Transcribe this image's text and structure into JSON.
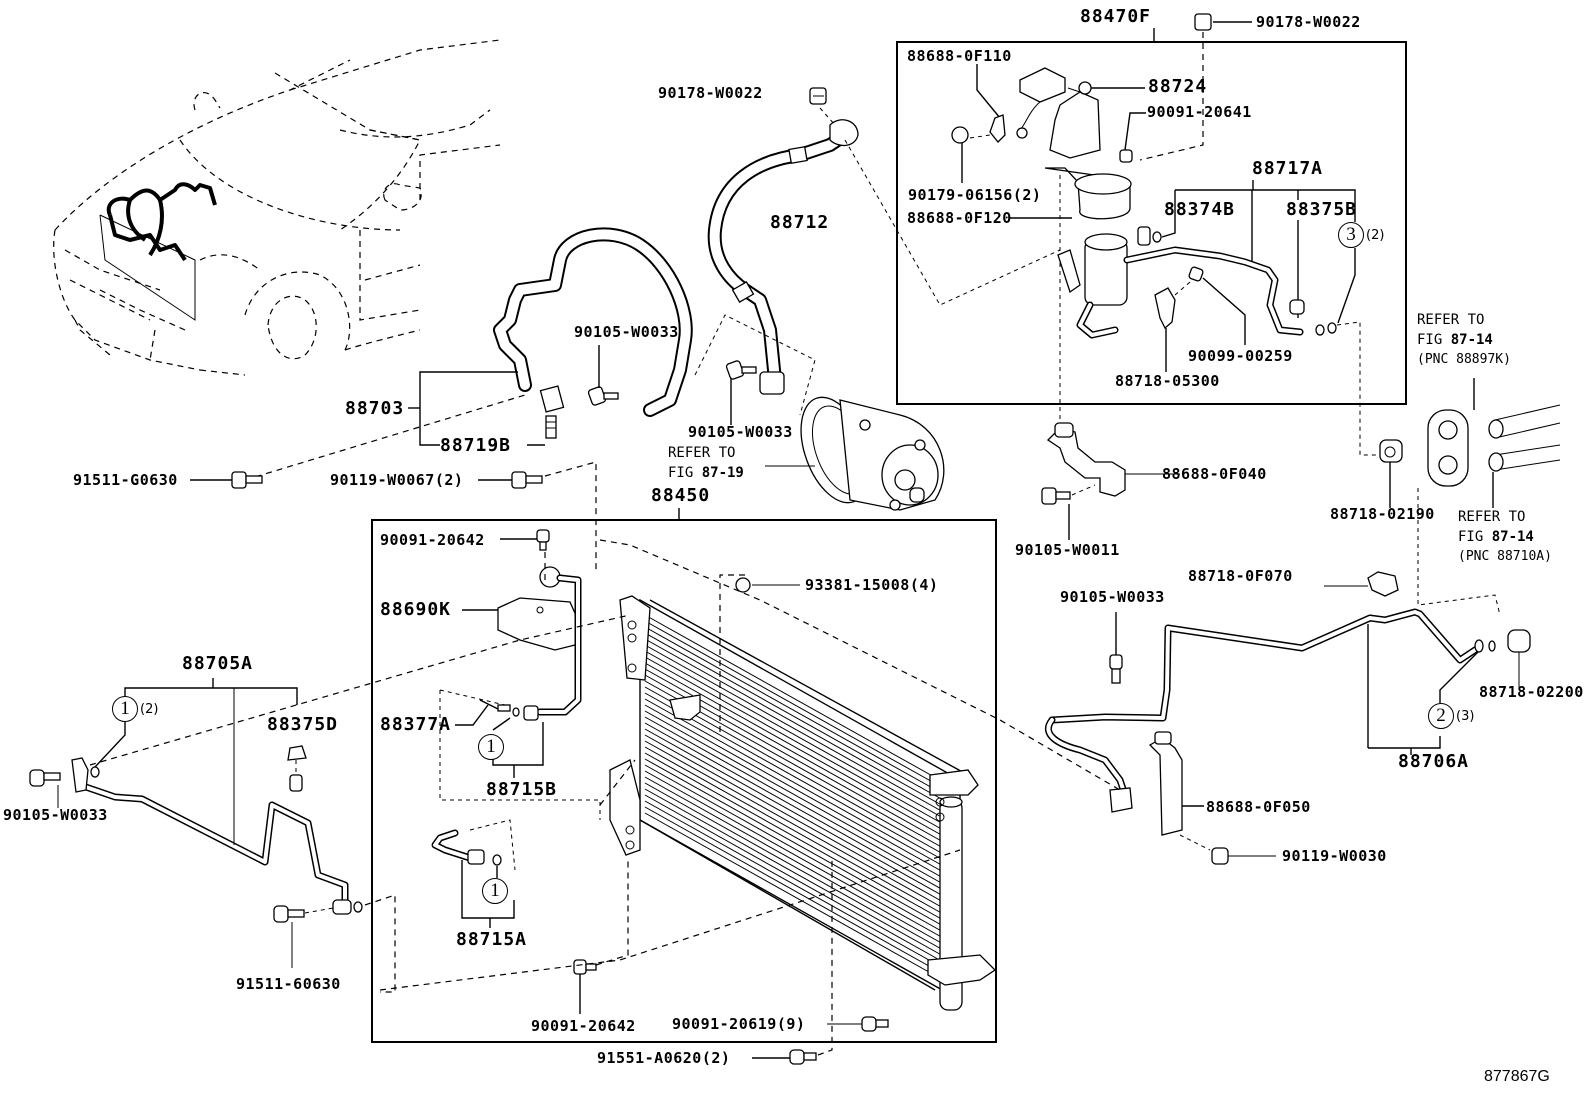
{
  "figure": {
    "id": "877867G",
    "title": "Air conditioner piping, condenser & compressor parts diagram"
  },
  "assemblies": {
    "receiver_assembly": "88470F",
    "condenser_assembly": "88450",
    "compressor_ref": {
      "line1": "REFER TO",
      "fig_prefix": "FIG ",
      "fig": "87-19"
    }
  },
  "labels": {
    "p_90178_w0022_top": "90178-W0022",
    "p_88688_0f110": "88688-0F110",
    "p_88724": "88724",
    "p_90091_20641": "90091-20641",
    "p_88717a": "88717A",
    "p_90179_06156": "90179-06156(2)",
    "p_88374b": "88374B",
    "p_88375b": "88375B",
    "p_88688_0f120": "88688-0F120",
    "p_90099_00259": "90099-00259",
    "p_88718_05300": "88718-05300",
    "p_90178_w0022_hose": "90178-W0022",
    "p_88712": "88712",
    "p_90105_w0033_a": "90105-W0033",
    "p_88703": "88703",
    "p_88719b": "88719B",
    "p_90105_w0033_b": "90105-W0033",
    "p_91511_g0630": "91511-G0630",
    "p_90119_w0067": "90119-W0067(2)",
    "p_88688_0f040": "88688-0F040",
    "p_90105_w0011": "90105-W0011",
    "p_88718_02190": "88718-02190",
    "p_88718_0f070": "88718-0F070",
    "p_90105_w0033_c": "90105-W0033",
    "p_88718_02200": "88718-02200",
    "p_88706a": "88706A",
    "p_88688_0f050": "88688-0F050",
    "p_90119_w0030": "90119-W0030",
    "p_90091_20642_top": "90091-20642",
    "p_93381_15008": "93381-15008(4)",
    "p_88690k": "88690K",
    "p_88705a": "88705A",
    "p_88375d": "88375D",
    "p_88377a": "88377A",
    "p_88715b": "88715B",
    "p_90105_w0033_d": "90105-W0033",
    "p_88715a": "88715A",
    "p_91511_60630": "91511-60630",
    "p_90091_20642_bottom": "90091-20642",
    "p_90091_20619": "90091-20619(9)",
    "p_91551_a0620": "91551-A0620(2)"
  },
  "references": {
    "upper": {
      "line1": "REFER TO",
      "fig_prefix": "FIG ",
      "fig": "87-14",
      "line3": "(PNC 88897K)"
    },
    "lower": {
      "line1": "REFER TO",
      "fig_prefix": "FIG ",
      "fig": "87-14",
      "line3": "(PNC 88710A)"
    }
  },
  "callouts": {
    "c1_left": {
      "num": "1",
      "qty": "(2)"
    },
    "c1_b": {
      "num": "1"
    },
    "c1_a": {
      "num": "1"
    },
    "c2": {
      "num": "2",
      "qty": "(3)"
    },
    "c3": {
      "num": "3",
      "qty": "(2)"
    }
  }
}
